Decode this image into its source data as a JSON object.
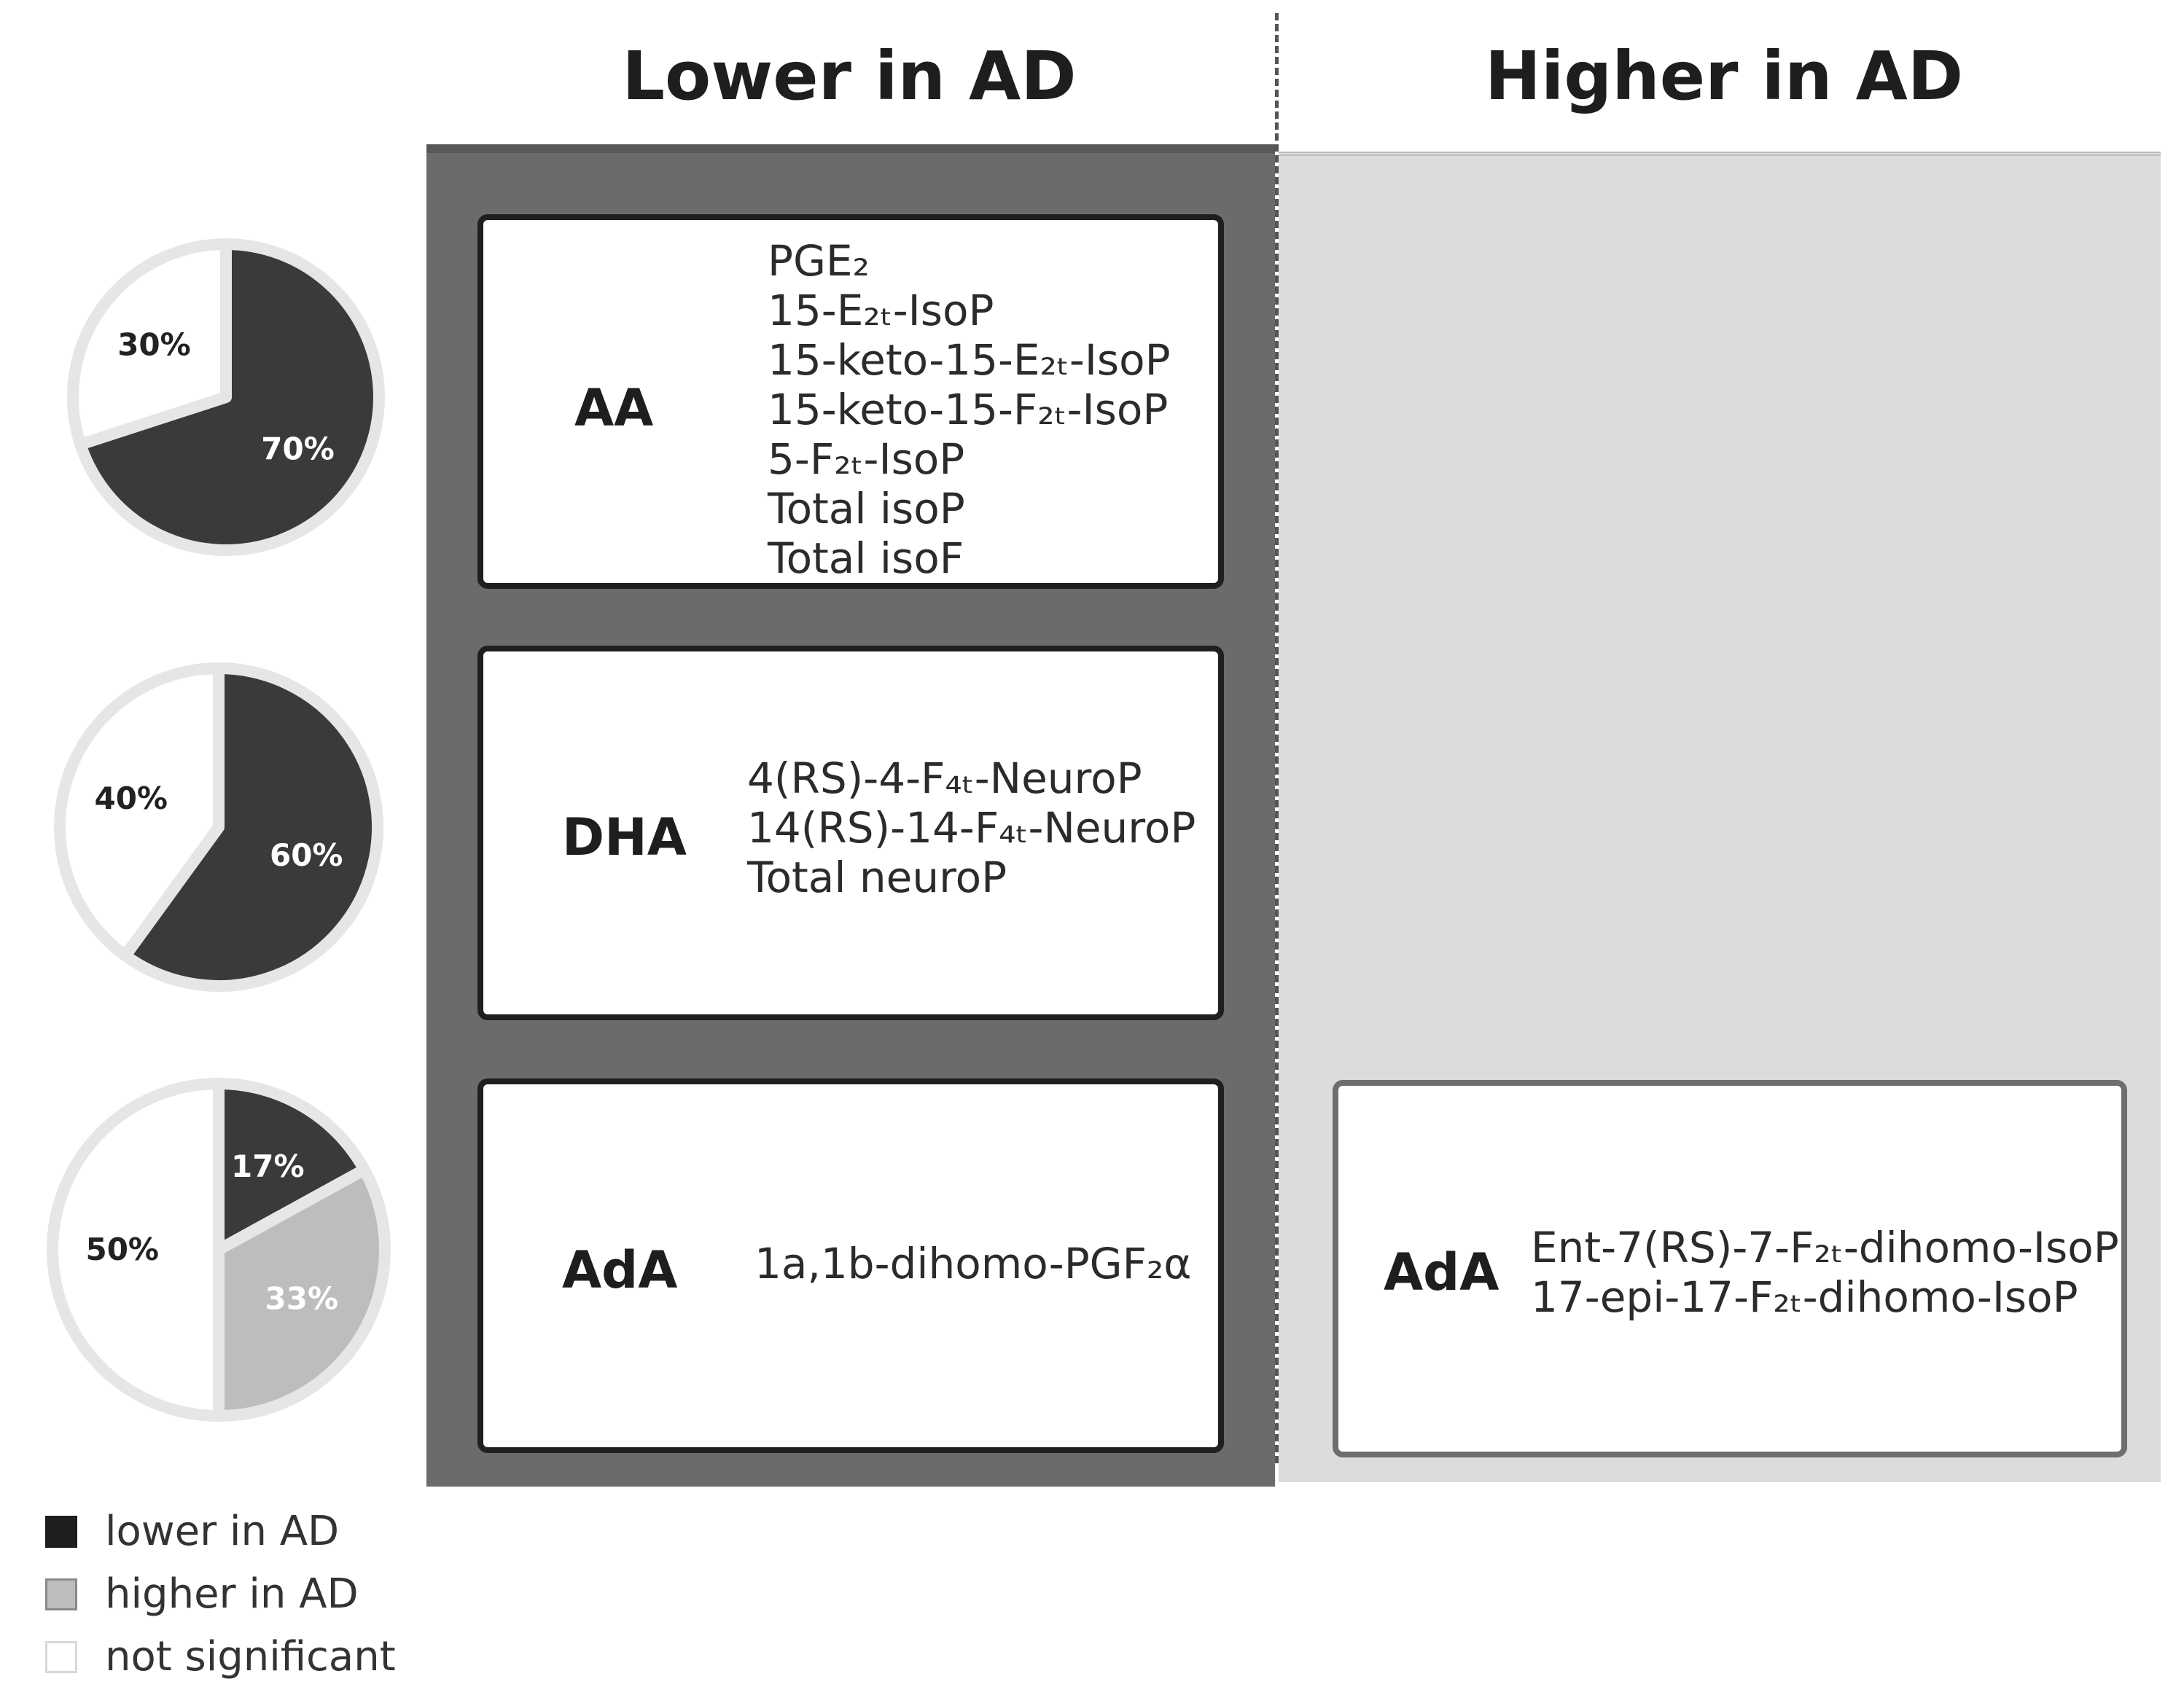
{
  "headers": {
    "lower": "Lower in AD",
    "higher": "Higher in AD"
  },
  "colors": {
    "lower": "#3a3a3a",
    "higher": "#bdbdbd",
    "not_significant": "#ffffff",
    "pie_border": "#e6e6e6",
    "lower_band": "#6b6b6b",
    "higher_band": "#dcdcdc"
  },
  "rows": [
    {
      "pie": [
        {
          "label": "70%",
          "value": 70,
          "category": "lower"
        },
        {
          "label": "30%",
          "value": 30,
          "category": "not_significant"
        }
      ],
      "lower_card": {
        "label": "AA",
        "items": [
          "PGE₂",
          "15-E₂ₜ-IsoP",
          "15-keto-15-E₂ₜ-IsoP",
          "15-keto-15-F₂ₜ-IsoP",
          "5-F₂ₜ-IsoP",
          "Total isoP",
          "Total isoF"
        ]
      }
    },
    {
      "pie": [
        {
          "label": "60%",
          "value": 60,
          "category": "lower"
        },
        {
          "label": "40%",
          "value": 40,
          "category": "not_significant"
        }
      ],
      "lower_card": {
        "label": "DHA",
        "items": [
          "4(RS)-4-F₄ₜ-NeuroP",
          "14(RS)-14-F₄ₜ-NeuroP",
          "Total neuroP"
        ]
      }
    },
    {
      "pie": [
        {
          "label": "17%",
          "value": 17,
          "category": "lower"
        },
        {
          "label": "33%",
          "value": 33,
          "category": "higher"
        },
        {
          "label": "50%",
          "value": 50,
          "category": "not_significant"
        }
      ],
      "lower_card": {
        "label": "AdA",
        "items": [
          "1a,1b-dihomo-PGF₂α"
        ]
      },
      "higher_card": {
        "label": "AdA",
        "items": [
          "Ent-7(RS)-7-F₂ₜ-dihomo-IsoP",
          "17-epi-17-F₂ₜ-dihomo-IsoP"
        ]
      }
    }
  ],
  "legend": [
    {
      "label": "lower in AD",
      "category": "lower"
    },
    {
      "label": "higher in AD",
      "category": "higher"
    },
    {
      "label": "not significant",
      "category": "not_significant"
    }
  ]
}
